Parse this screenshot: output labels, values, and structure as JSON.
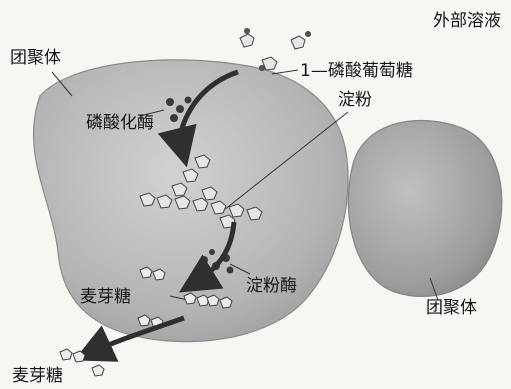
{
  "labels": {
    "outer_solution": "外部溶液",
    "coacervate_left": "团聚体",
    "coacervate_right": "团聚体",
    "glucose_1_phosphate": "1—磷酸葡萄糖",
    "starch": "淀粉",
    "phosphorylase": "磷酸化酶",
    "amylase": "淀粉酶",
    "maltose_inside": "麦芽糖",
    "maltose_outside": "麦芽糖"
  },
  "colors": {
    "background": "#f7f6f3",
    "droplet_fill": "#b9b9b9",
    "droplet_edge": "#8d8d8d",
    "arrow": "#2f2f2f",
    "molecule": "#e6e6e6",
    "enzyme": "#3a3a3a",
    "text": "#151515"
  }
}
